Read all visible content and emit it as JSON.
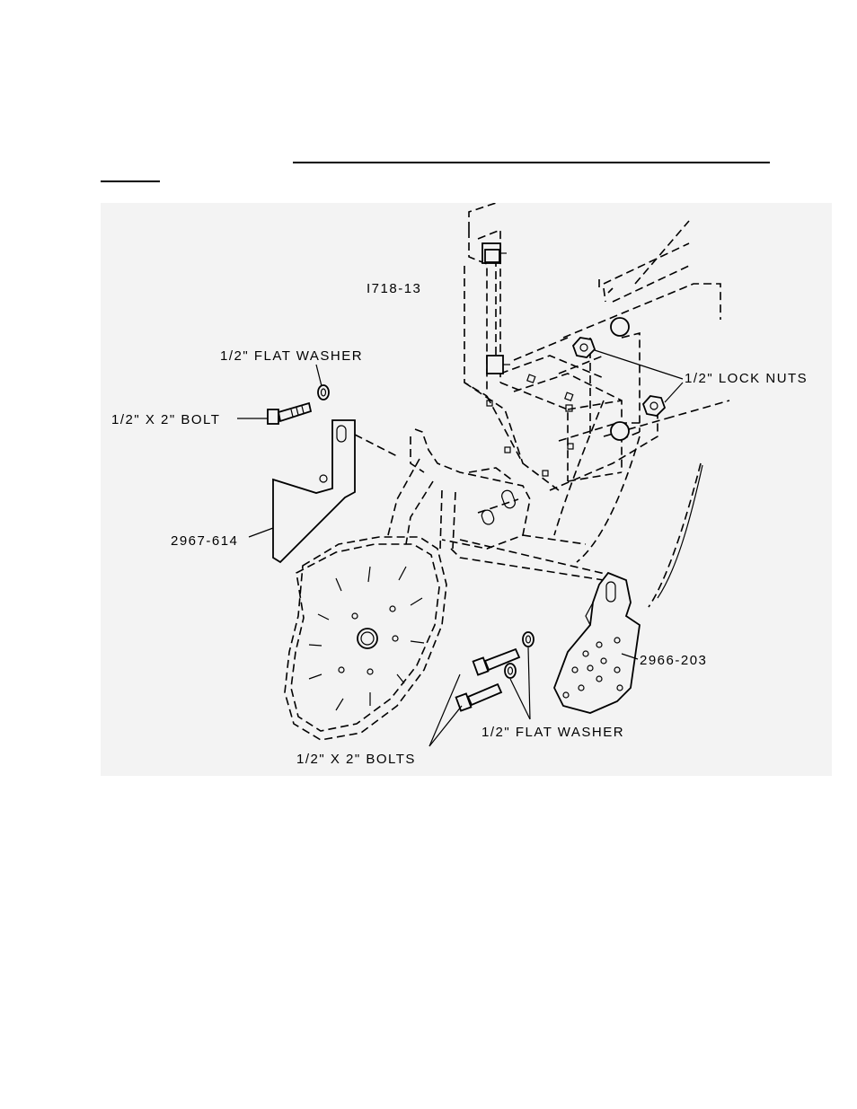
{
  "figure": {
    "drawing_id": "I718-13",
    "labels": {
      "flat_washer_top": "1/2\" FLAT WASHER",
      "bolt_top": "1/2\" X 2\" BOLT",
      "lock_nuts": "1/2\" LOCK NUTS",
      "part_left": "2967-614",
      "part_right": "2966-203",
      "flat_washer_bottom": "1/2\" FLAT WASHER",
      "bolts_bottom": "1/2\" X 2\" BOLTS"
    }
  }
}
